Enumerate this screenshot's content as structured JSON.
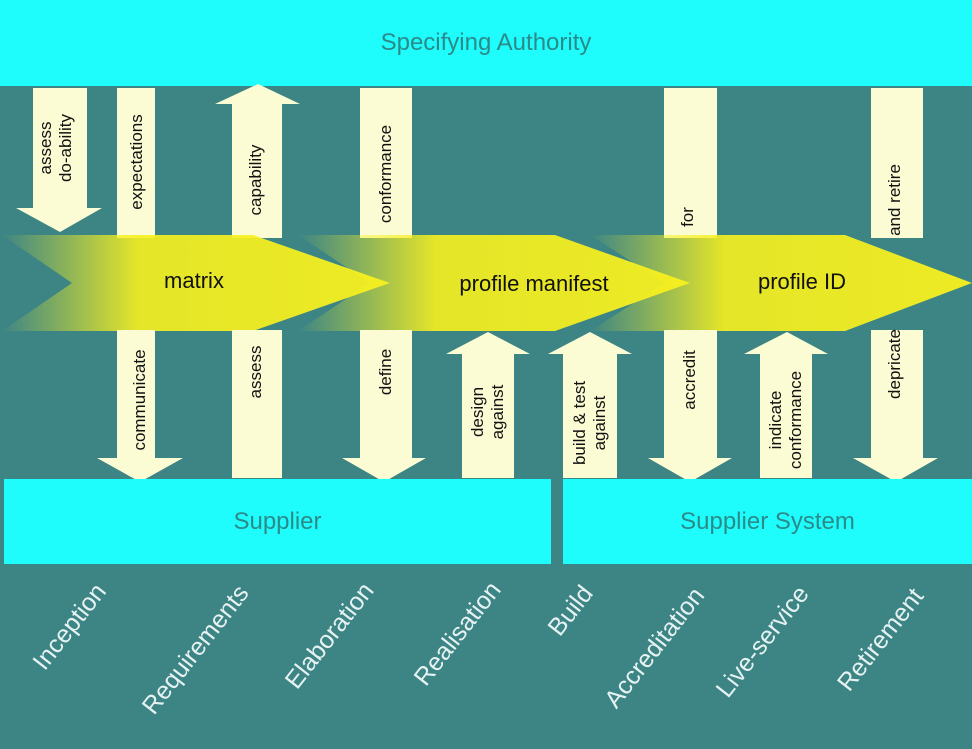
{
  "bands": {
    "authority": "Specifying Authority",
    "supplier": "Supplier",
    "supplier_system": "Supplier System"
  },
  "big_arrows": [
    "matrix",
    "profile manifest",
    "profile ID"
  ],
  "arrows": {
    "assess_doability": "assess\ndo-ability",
    "expectations": "expectations",
    "capability": "capability",
    "conformance": "conformance",
    "for": "for",
    "and_retire": "and retire",
    "communicate": "communicate",
    "assess": "assess",
    "define": "define",
    "design_against": "design\nagainst",
    "build_test_against": "build & test\nagainst",
    "accredit": "accredit",
    "indicate_conformance": "indicate\nconformance",
    "depricate": "depricate"
  },
  "phases": [
    "Inception",
    "Requirements",
    "Elaboration",
    "Realisation",
    "Build",
    "Accreditation",
    "Live-service",
    "Retirement"
  ],
  "colors": {
    "background": "#3d8585",
    "band": "#1ffcfc",
    "band_text": "#2b8a8a",
    "arrow_fill": "#fbfbd4",
    "big_arrow": "#f7f01f"
  }
}
